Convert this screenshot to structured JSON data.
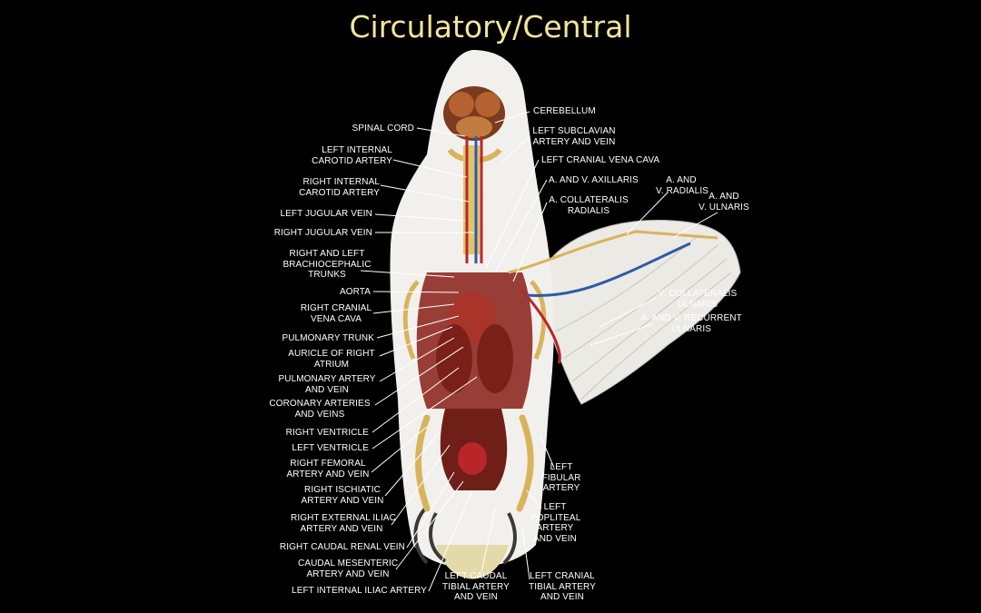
{
  "title": "Circulatory/Central",
  "labels_left": [
    "SPINAL CORD",
    "LEFT INTERNAL\nCAROTID ARTERY",
    "RIGHT INTERNAL\nCAROTID ARTERY",
    "LEFT JUGULAR VEIN",
    "RIGHT JUGULAR VEIN",
    "RIGHT AND LEFT\nBRACHIOCEPHALIC\nTRUNKS",
    "AORTA",
    "RIGHT CRANIAL\nVENA CAVA",
    "PULMONARY TRUNK",
    "AURICLE OF RIGHT\nATRIUM",
    "PULMONARY ARTERY\nAND VEIN",
    "CORONARY ARTERIES\nAND VEINS",
    "RIGHT VENTRICLE",
    "LEFT VENTRICLE",
    "RIGHT FEMORAL\nARTERY AND VEIN",
    "RIGHT ISCHIATIC\nARTERY AND VEIN",
    "RIGHT EXTERNAL ILIAC\nARTERY AND VEIN",
    "RIGHT CAUDAL RENAL VEIN",
    "CAUDAL MESENTERIC\nARTERY AND VEIN",
    "LEFT INTERNAL ILIAC ARTERY"
  ],
  "labels_right": [
    "CEREBELLUM",
    "LEFT SUBCLAVIAN\nARTERY AND VEIN",
    "LEFT CRANIAL VENA CAVA",
    "A. AND V. AXILLARIS",
    "A. COLLATERALIS\nRADIALIS",
    "A. AND\nV. RADIALIS",
    "A. AND\nV. ULNARIS",
    "V. COLLATERALIS\nULNARIS",
    "A. AND V. RECURRENT\nULNARIS",
    "LEFT\nFIBULAR\nARTERY",
    "LEFT\nPOPLITEAL\nARTERY\nAND VEIN",
    "LEFT CRANIAL\nTIBIAL ARTERY\nAND VEIN"
  ],
  "labels_bottom": [
    "LEFT CAUDAL\nTIBIAL ARTERY\nAND VEIN"
  ],
  "colors": {
    "background": "#000000",
    "title": "#f2e59a",
    "label": "#ffffff",
    "leader": "#ffffff",
    "body": "#f1f0ec",
    "artery": "#b8262a",
    "vein": "#2d5aa8",
    "bone": "#d9b35c",
    "organ": "#8e2a24"
  }
}
